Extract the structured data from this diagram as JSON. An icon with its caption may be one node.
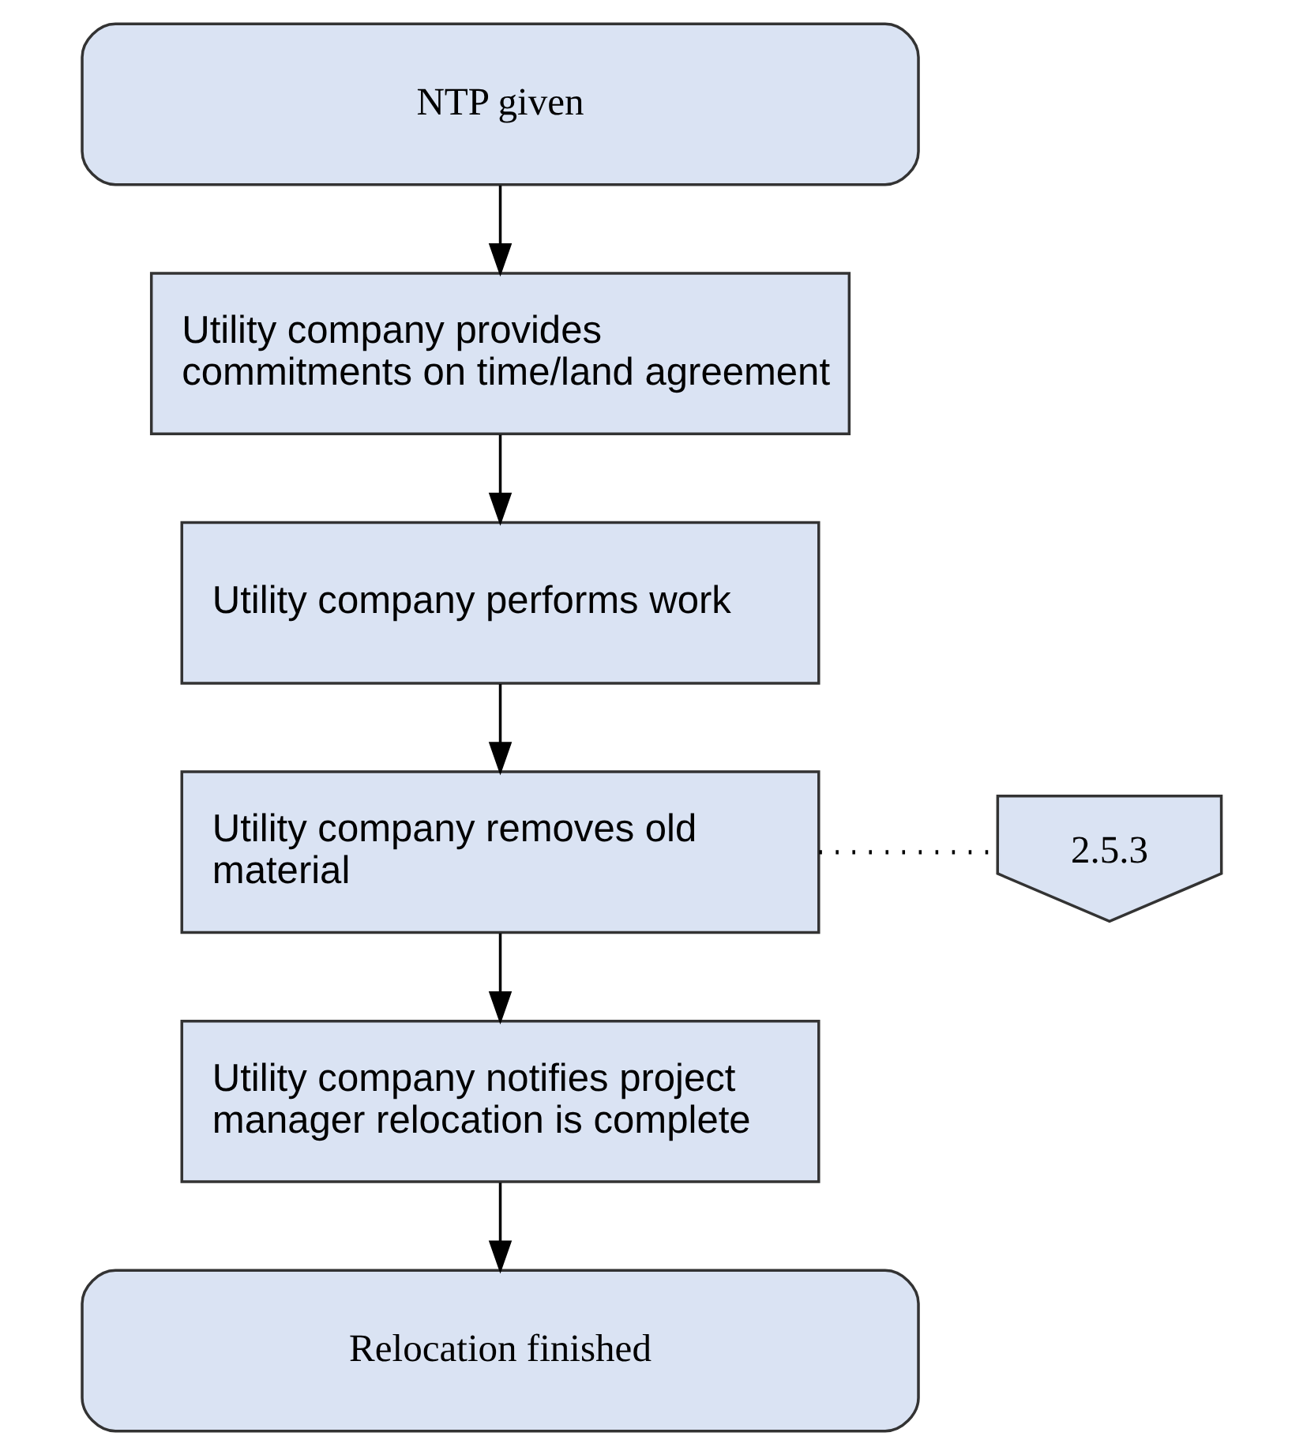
{
  "diagram": {
    "nodes": [
      {
        "text": [
          "NTP given"
        ]
      },
      {
        "text": [
          "Utility company provides commitments on time/land agreement"
        ]
      },
      {
        "text": [
          "Utility company performs work"
        ]
      },
      {
        "text": [
          "Utility company removes old material"
        ]
      },
      {
        "text": [
          "Utility company notifies project manager relocation is complete"
        ]
      },
      {
        "text": [
          "Relocation finished"
        ]
      },
      {
        "text": [
          "2.5.3"
        ]
      }
    ],
    "edges": [
      {
        "from": 0,
        "to": 1,
        "arrow": "to"
      },
      {
        "from": 1,
        "to": 2,
        "arrow": "to"
      },
      {
        "from": 2,
        "to": 3,
        "arrow": "to"
      },
      {
        "from": 3,
        "to": 4,
        "arrow": "to"
      },
      {
        "from": 4,
        "to": 5,
        "arrow": "to"
      },
      {
        "from": 3,
        "to": 6,
        "arrow": "none",
        "style": "dashed"
      }
    ]
  }
}
